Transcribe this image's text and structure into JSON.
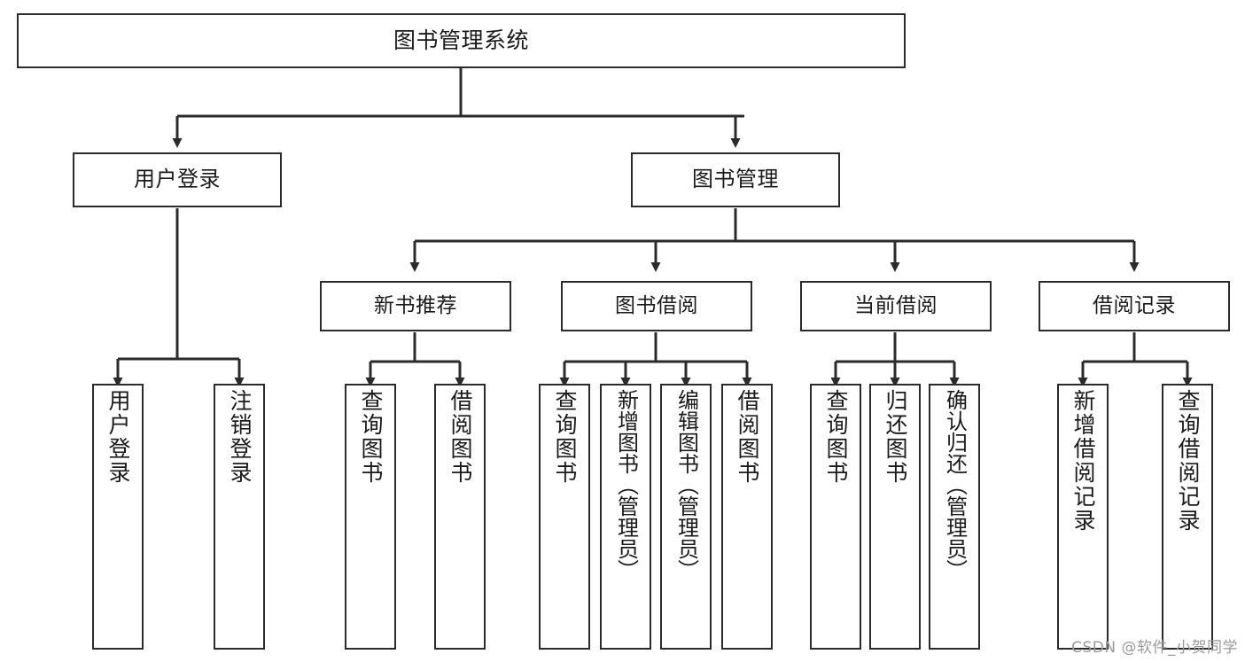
{
  "diagram": {
    "type": "tree-hierarchy-flowchart",
    "title": "图书管理系统",
    "orientation": "top-down",
    "root": {
      "id": "root",
      "label": "图书管理系统"
    },
    "level1": [
      {
        "id": "user-login",
        "label": "用户登录"
      },
      {
        "id": "book-management",
        "label": "图书管理"
      }
    ],
    "level2": [
      {
        "id": "new-book-recommend",
        "label": "新书推荐",
        "parent": "book-management"
      },
      {
        "id": "book-borrow",
        "label": "图书借阅",
        "parent": "book-management"
      },
      {
        "id": "current-borrow",
        "label": "当前借阅",
        "parent": "book-management"
      },
      {
        "id": "borrow-record",
        "label": "借阅记录",
        "parent": "book-management"
      }
    ],
    "leaves": [
      {
        "id": "leaf-user-login",
        "label": "用户登录",
        "parent": "user-login"
      },
      {
        "id": "leaf-logout",
        "label": "注销登录",
        "parent": "user-login"
      },
      {
        "id": "leaf-query-book-1",
        "label": "查询图书",
        "parent": "new-book-recommend"
      },
      {
        "id": "leaf-borrow-book-1",
        "label": "借阅图书",
        "parent": "new-book-recommend"
      },
      {
        "id": "leaf-query-book-2",
        "label": "查询图书",
        "parent": "book-borrow"
      },
      {
        "id": "leaf-add-book",
        "label": "新增图书（管理员）",
        "parent": "book-borrow"
      },
      {
        "id": "leaf-edit-book",
        "label": "编辑图书（管理员）",
        "parent": "book-borrow"
      },
      {
        "id": "leaf-borrow-book-2",
        "label": "借阅图书",
        "parent": "book-borrow"
      },
      {
        "id": "leaf-query-book-3",
        "label": "查询图书",
        "parent": "current-borrow"
      },
      {
        "id": "leaf-return-book",
        "label": "归还图书",
        "parent": "current-borrow"
      },
      {
        "id": "leaf-confirm-return",
        "label": "确认归还（管理员）",
        "parent": "current-borrow"
      },
      {
        "id": "leaf-add-record",
        "label": "新增借阅记录",
        "parent": "borrow-record"
      },
      {
        "id": "leaf-query-record",
        "label": "查询借阅记录",
        "parent": "borrow-record"
      }
    ],
    "colors": {
      "stroke": "#2b2b2b",
      "fill": "#ffffff",
      "text": "#1a1a1a",
      "watermark": "#9a9a9a"
    }
  },
  "watermark": {
    "text": "CSDN @软件_小贺同学"
  }
}
